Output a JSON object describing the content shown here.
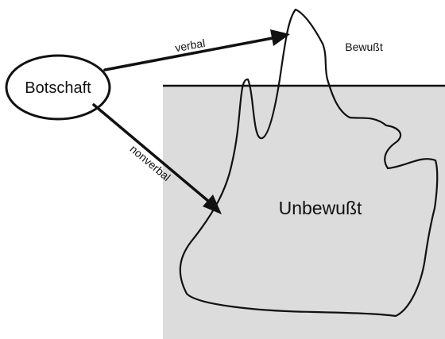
{
  "labels": {
    "message": "Botschaft",
    "verbal": "verbal",
    "nonverbal": "nonverbal",
    "conscious": "Bewußt",
    "unconscious": "Unbewußt"
  },
  "colors": {
    "water": "#dcdcdc",
    "stroke": "#111111",
    "background": "#ffffff"
  }
}
